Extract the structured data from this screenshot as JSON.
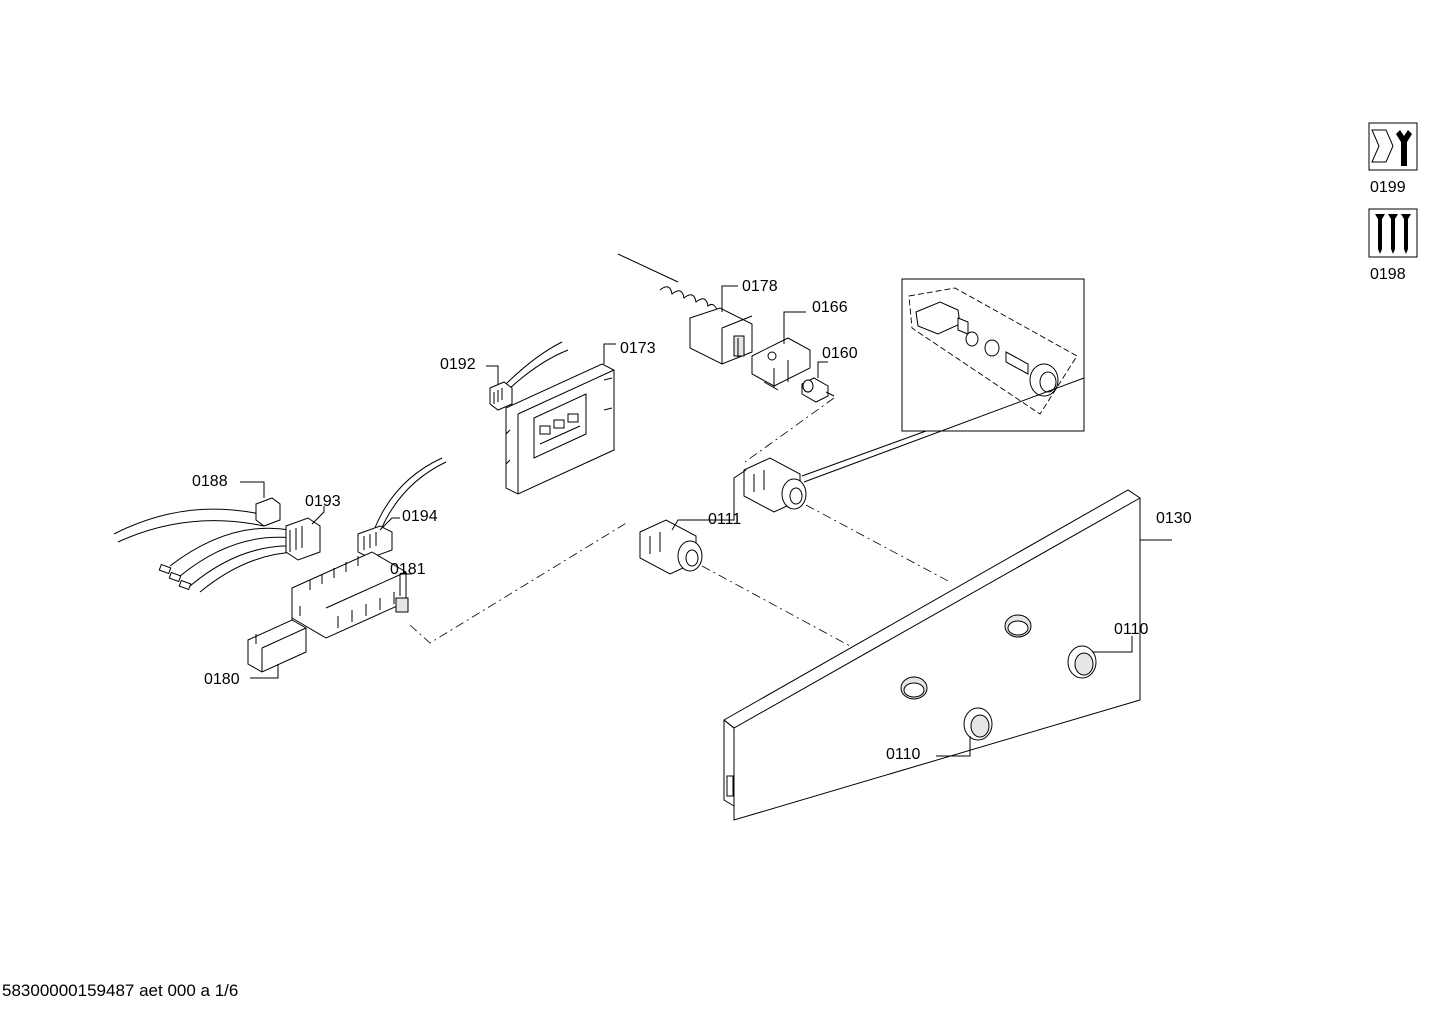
{
  "labels": {
    "p0199": "0199",
    "p0198": "0198",
    "p0178": "0178",
    "p0166": "0166",
    "p0160": "0160",
    "p0192": "0192",
    "p0173": "0173",
    "p0188": "0188",
    "p0193": "0193",
    "p0194": "0194",
    "p0111": "0111",
    "p0130": "0130",
    "p0181": "0181",
    "p0110a": "0110",
    "p0110b": "0110",
    "p0180": "0180"
  },
  "icons": {
    "p0199": "wrench-nut-icon",
    "p0198": "screws-icon"
  },
  "footer": "58300000159487 aet 000 a 1/6"
}
